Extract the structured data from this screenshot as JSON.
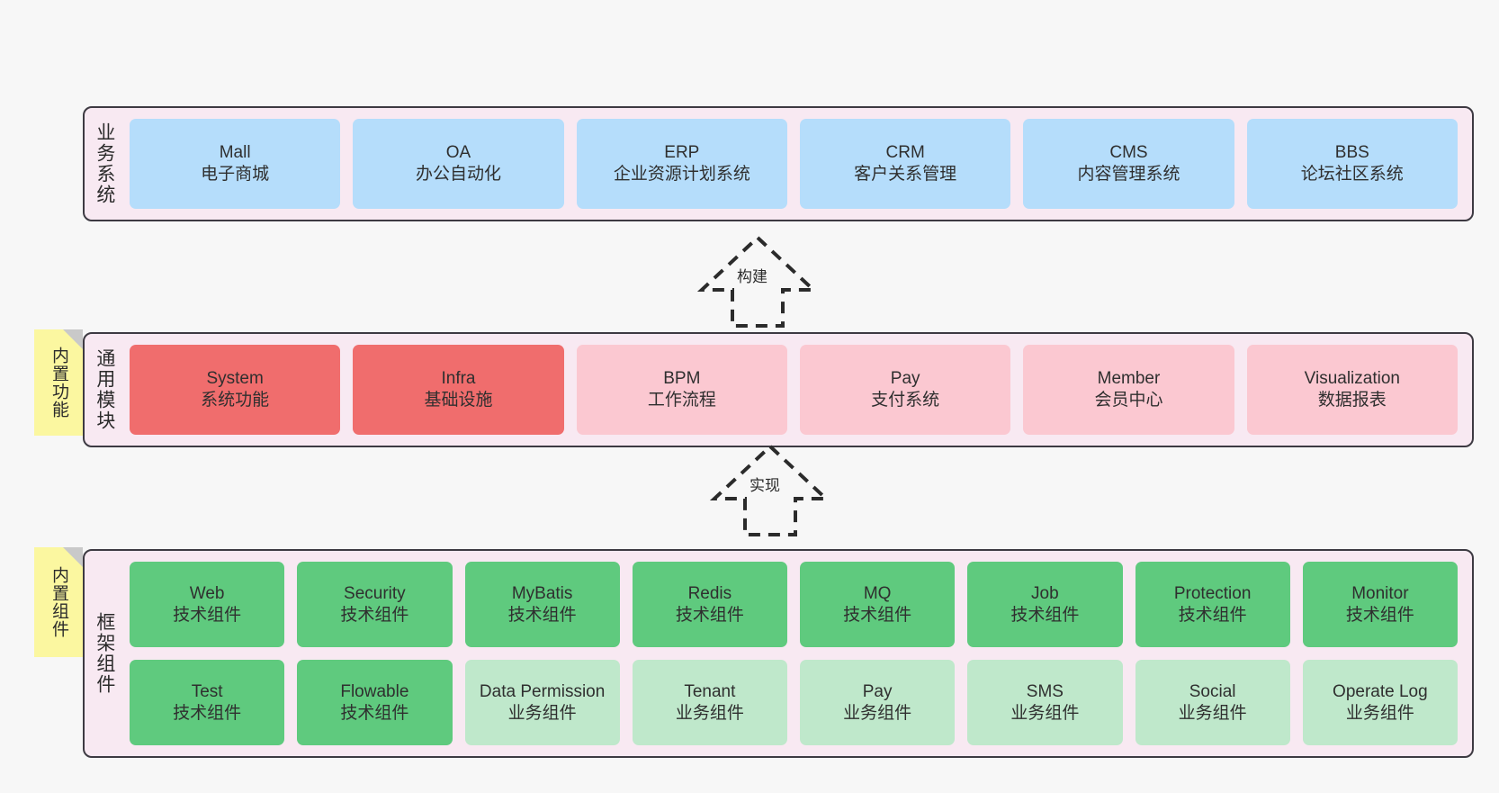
{
  "background": "#f7f7f7",
  "colors": {
    "container_fill": "#f8e9f2",
    "container_border": "#3d3a42",
    "blue": "#b5ddfb",
    "red": "#f06d6d",
    "pink": "#fbc8d1",
    "green": "#5fca7e",
    "green_light": "#bfe8cb",
    "sticky_yellow": "#fbf7a0",
    "fold_gray": "#c9c9c9"
  },
  "layers": [
    {
      "id": "business",
      "title": "业务系统",
      "rows": [
        {
          "cells": [
            {
              "name": "Mall",
              "sub": "电子商城",
              "style": "blue"
            },
            {
              "name": "OA",
              "sub": "办公自动化",
              "style": "blue"
            },
            {
              "name": "ERP",
              "sub": "企业资源计划系统",
              "style": "blue"
            },
            {
              "name": "CRM",
              "sub": "客户关系管理",
              "style": "blue"
            },
            {
              "name": "CMS",
              "sub": "内容管理系统",
              "style": "blue"
            },
            {
              "name": "BBS",
              "sub": "论坛社区系统",
              "style": "blue"
            }
          ]
        }
      ]
    },
    {
      "id": "common",
      "title": "通用模块",
      "tab": "内置功能",
      "rows": [
        {
          "cells": [
            {
              "name": "System",
              "sub": "系统功能",
              "style": "red"
            },
            {
              "name": "Infra",
              "sub": "基础设施",
              "style": "red"
            },
            {
              "name": "BPM",
              "sub": "工作流程",
              "style": "pink"
            },
            {
              "name": "Pay",
              "sub": "支付系统",
              "style": "pink"
            },
            {
              "name": "Member",
              "sub": "会员中心",
              "style": "pink"
            },
            {
              "name": "Visualization",
              "sub": "数据报表",
              "style": "pink"
            }
          ]
        }
      ]
    },
    {
      "id": "frame",
      "title": "框架组件",
      "tab": "内置组件",
      "rows": [
        {
          "cells": [
            {
              "name": "Web",
              "sub": "技术组件",
              "style": "green"
            },
            {
              "name": "Security",
              "sub": "技术组件",
              "style": "green"
            },
            {
              "name": "MyBatis",
              "sub": "技术组件",
              "style": "green"
            },
            {
              "name": "Redis",
              "sub": "技术组件",
              "style": "green"
            },
            {
              "name": "MQ",
              "sub": "技术组件",
              "style": "green"
            },
            {
              "name": "Job",
              "sub": "技术组件",
              "style": "green"
            },
            {
              "name": "Protection",
              "sub": "技术组件",
              "style": "green"
            },
            {
              "name": "Monitor",
              "sub": "技术组件",
              "style": "green"
            }
          ]
        },
        {
          "cells": [
            {
              "name": "Test",
              "sub": "技术组件",
              "style": "green"
            },
            {
              "name": "Flowable",
              "sub": "技术组件",
              "style": "green"
            },
            {
              "name": "Data Permission",
              "sub": "业务组件",
              "style": "green_light"
            },
            {
              "name": "Tenant",
              "sub": "业务组件",
              "style": "green_light"
            },
            {
              "name": "Pay",
              "sub": "业务组件",
              "style": "green_light"
            },
            {
              "name": "SMS",
              "sub": "业务组件",
              "style": "green_light"
            },
            {
              "name": "Social",
              "sub": "业务组件",
              "style": "green_light"
            },
            {
              "name": "Operate Log",
              "sub": "业务组件",
              "style": "green_light"
            }
          ]
        }
      ]
    }
  ],
  "arrows": [
    {
      "id": "build",
      "label": "构建",
      "from": "通用模块",
      "to": "业务系统"
    },
    {
      "id": "impl",
      "label": "实现",
      "from": "框架组件",
      "to": "通用模块"
    }
  ]
}
